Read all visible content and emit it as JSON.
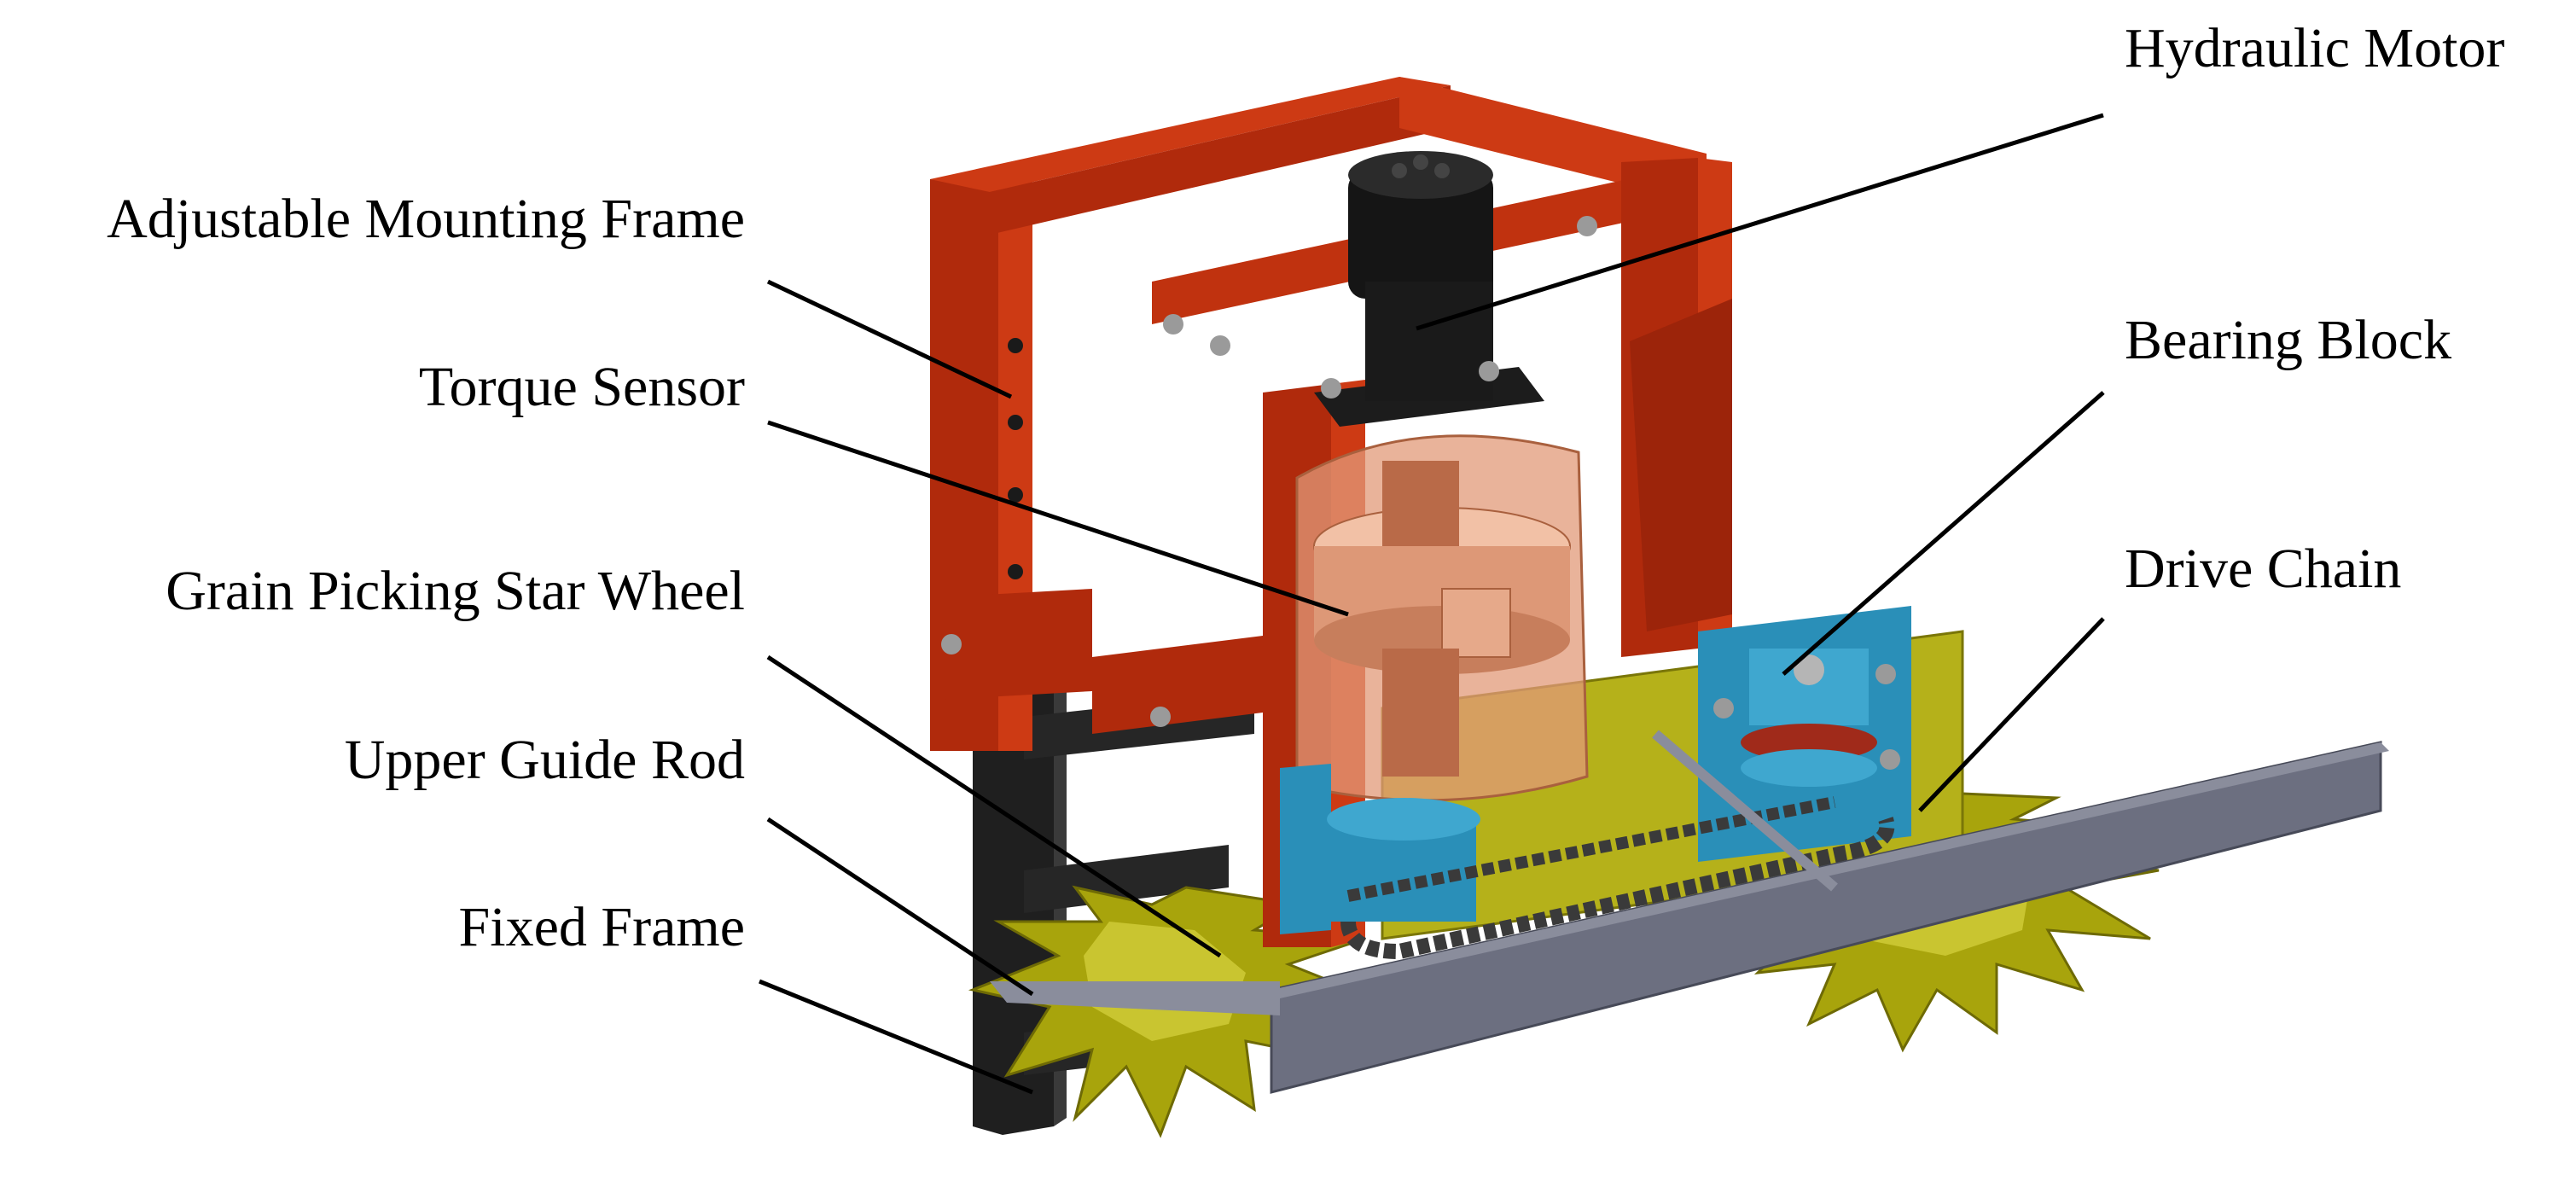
{
  "diagram": {
    "colors": {
      "frame_red": "#b02a0c",
      "frame_red_light": "#cd3a14",
      "fixed_frame": "#1f1f1f",
      "star_wheel": "#a8a40c",
      "star_wheel_light": "#c9c530",
      "guide_rod": "#6c6f80",
      "guide_rod_light": "#8a8d9c",
      "bearing_blue": "#2a8fb8",
      "motor_black": "#151515",
      "sensor_glass": "#e29a78",
      "chain": "#3a3a3a",
      "leader_line": "#000000"
    },
    "labels": {
      "hydraulic_motor": "Hydraulic Motor",
      "adjustable_mounting_frame": "Adjustable Mounting Frame",
      "torque_sensor": "Torque Sensor",
      "grain_picking_star_wheel": "Grain Picking Star Wheel",
      "upper_guide_rod": "Upper Guide Rod",
      "fixed_frame": "Fixed Frame",
      "bearing_block": "Bearing Block",
      "drive_chain": "Drive Chain"
    }
  }
}
